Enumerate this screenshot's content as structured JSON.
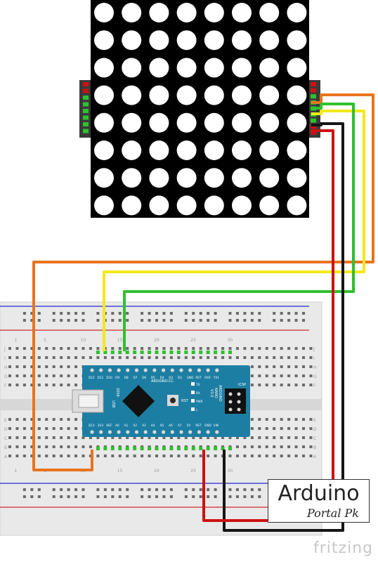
{
  "colors": {
    "orange": "#e8741e",
    "yellow": "#f2e91a",
    "green": "#2fc02f",
    "black": "#151515",
    "red": "#cc1111",
    "board": "#1d7ea3",
    "breadboard": "#e9e9e9",
    "matrix": "#000000",
    "led": "#ffffff"
  },
  "matrix": {
    "rows": 8,
    "cols": 8
  },
  "breadboard": {
    "row_letters_top": [
      "J",
      "I",
      "H",
      "G",
      "F"
    ],
    "row_letters_bottom": [
      "E",
      "D",
      "C",
      "B",
      "A"
    ],
    "column_numbers": [
      "1",
      "5",
      "10",
      "15",
      "20",
      "25",
      "30"
    ]
  },
  "nano": {
    "top_pins": [
      "D12",
      "D11",
      "D10",
      "D9",
      "D8",
      "D7",
      "D6",
      "D5",
      "D4",
      "D3",
      "D2",
      "GND",
      "RST",
      "RX0",
      "TX1"
    ],
    "bottom_pins": [
      "D13",
      "3V3",
      "REF",
      "A0",
      "A1",
      "A2",
      "A3",
      "A4",
      "A5",
      "A6",
      "A7",
      "5V",
      "RST",
      "GND",
      "VIN"
    ],
    "brand": "ARDUINO.CC",
    "model_line1": "ARDUINO",
    "model_line2": "NANO",
    "model_line3": "V3.0",
    "year": "2009",
    "icsp": "ICSP",
    "usb": "USB",
    "rst_label": "RST",
    "led_labels": [
      "TX",
      "RX",
      "PWR",
      "L"
    ]
  },
  "watermark": {
    "title": "Arduino",
    "subtitle": "Portal Pk"
  },
  "credit": "fritzing"
}
